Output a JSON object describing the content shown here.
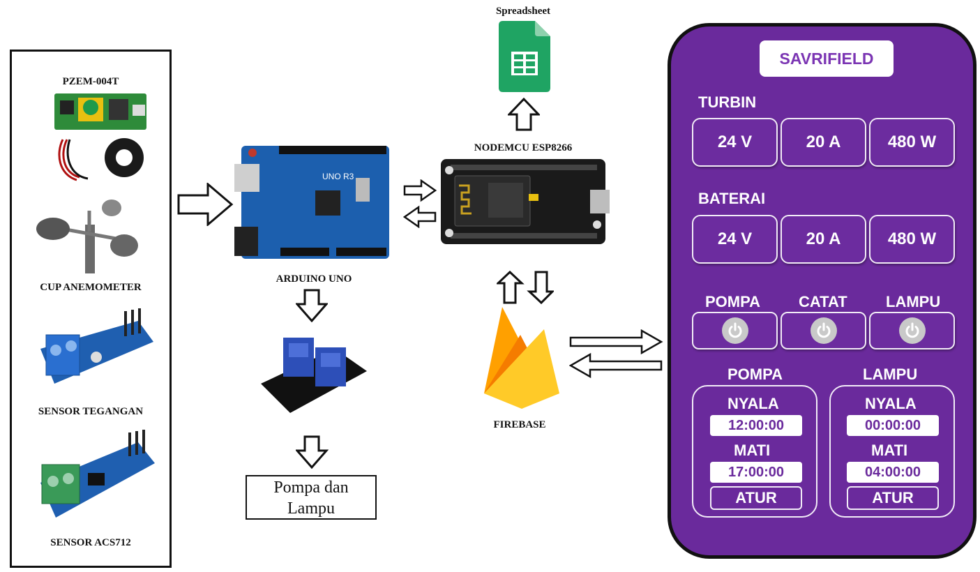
{
  "sensors": {
    "pzem_label": "PZEM-004T",
    "anemometer_label": "CUP ANEMOMETER",
    "voltage_label": "SENSOR TEGANGAN",
    "acs_label": "SENSOR ACS712"
  },
  "arduino": {
    "label": "ARDUINO UNO",
    "board_text": "UNO R3"
  },
  "nodemcu": {
    "label": "NODEMCU ESP8266"
  },
  "spreadsheet": {
    "label": "Spreadsheet"
  },
  "firebase": {
    "label": "FIREBASE"
  },
  "output": {
    "line1": "Pompa dan",
    "line2": "Lampu"
  },
  "app": {
    "title": "SAVRIFIELD",
    "turbin": {
      "label": "TURBIN",
      "voltage": "24 V",
      "current": "20 A",
      "power": "480 W"
    },
    "baterai": {
      "label": "BATERAI",
      "voltage": "24 V",
      "current": "20 A",
      "power": "480 W"
    },
    "toggles": {
      "pompa": "POMPA",
      "catat": "CATAT",
      "lampu": "LAMPU"
    },
    "schedule_pompa": {
      "title": "POMPA",
      "on_label": "NYALA",
      "on_time": "12:00:00",
      "off_label": "MATI",
      "off_time": "17:00:00",
      "button": "ATUR"
    },
    "schedule_lampu": {
      "title": "LAMPU",
      "on_label": "NYALA",
      "on_time": "00:00:00",
      "off_label": "MATI",
      "off_time": "04:00:00",
      "button": "ATUR"
    },
    "colors": {
      "background": "#6a2a9c",
      "title_text": "#7b35b3",
      "card_border": "#f2ecf7",
      "power_icon": "#c9c9c9"
    }
  }
}
